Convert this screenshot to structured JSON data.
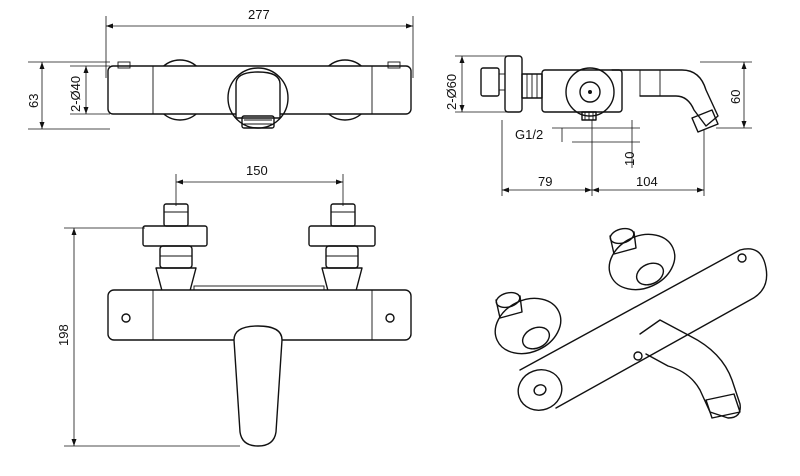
{
  "dimensions": {
    "top_width": "277",
    "top_height": "63",
    "top_pipe_dia": "2-Ø40",
    "side_dia": "2-Ø60",
    "side_height": "60",
    "side_thread": "G1/2",
    "side_offset": "10",
    "side_depth_a": "79",
    "side_depth_b": "104",
    "front_centers": "150",
    "front_height": "198"
  },
  "colors": {
    "line": "#111111",
    "background": "#ffffff"
  }
}
